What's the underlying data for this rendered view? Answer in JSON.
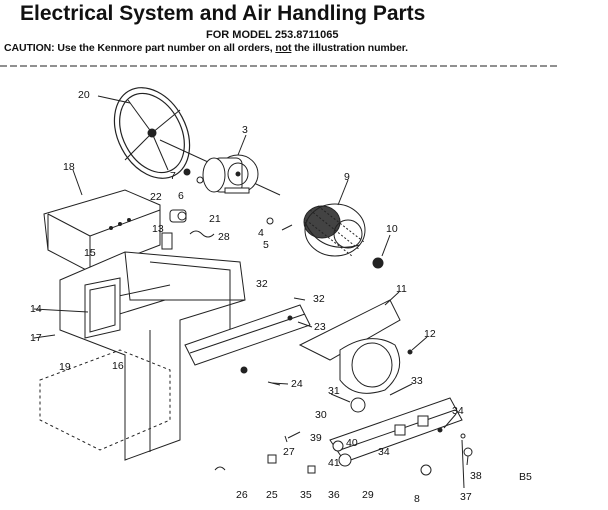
{
  "header": {
    "title": "Electrical System and Air Handling Parts",
    "model": "FOR MODEL 253.8711065",
    "caution_prefix": "CAUTION: Use the Kenmore part number on all orders,",
    "caution_not": "not",
    "caution_suffix": "the illustration number."
  },
  "page_code": "B5",
  "part_labels": {
    "p20": "20",
    "p3": "3",
    "p18": "18",
    "p7": "7",
    "p6": "6",
    "p9": "9",
    "p22": "22",
    "p21": "21",
    "p13": "13",
    "p28": "28",
    "p4": "4",
    "p5": "5",
    "p10": "10",
    "p15": "15",
    "p32a": "32",
    "p32b": "32",
    "p11": "11",
    "p23": "23",
    "p14": "14",
    "p17": "17",
    "p12": "12",
    "p19": "19",
    "p16": "16",
    "p24": "24",
    "p31": "31",
    "p33": "33",
    "p30": "30",
    "p34a": "34",
    "p39": "39",
    "p40": "40",
    "p34b": "34",
    "p27": "27",
    "p41": "41",
    "p38": "38",
    "p26": "26",
    "p25": "25",
    "p35": "35",
    "p36": "36",
    "p29": "29",
    "p8": "8",
    "p37": "37"
  }
}
